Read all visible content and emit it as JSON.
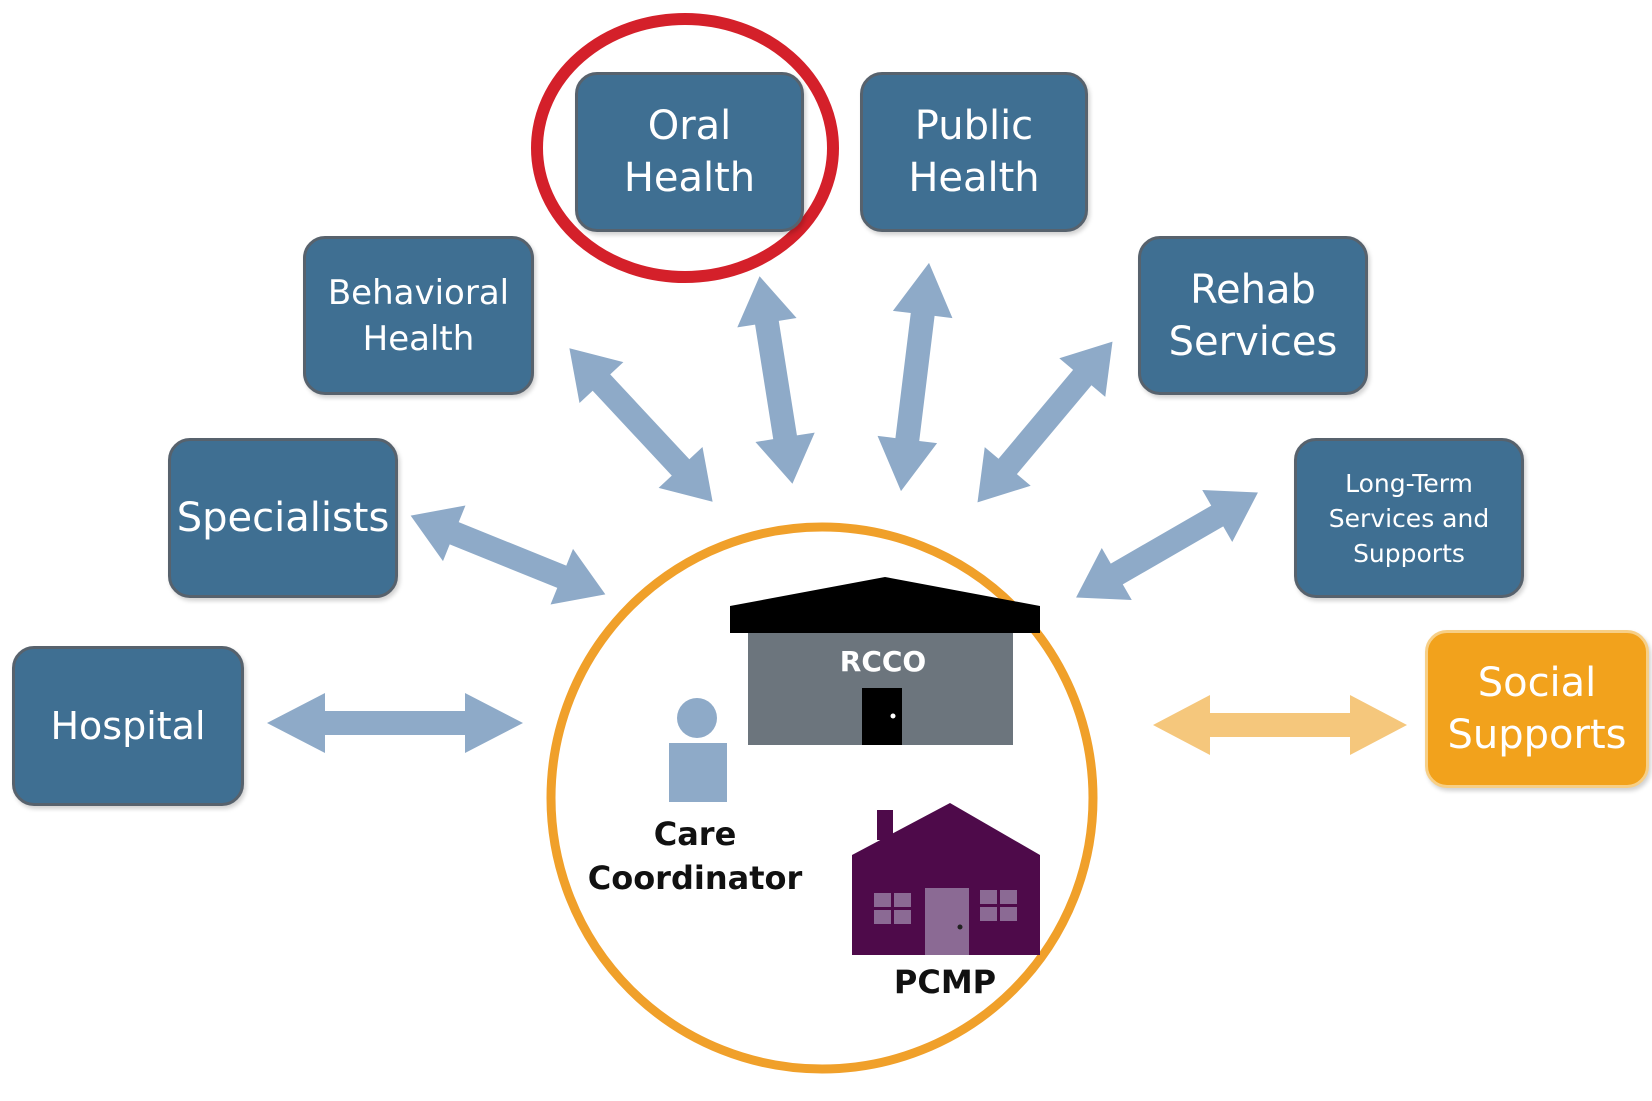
{
  "nodes": {
    "oral_health": "Oral\nHealth",
    "public_health": "Public\nHealth",
    "behavioral_health": "Behavioral\nHealth",
    "rehab_services": "Rehab\nServices",
    "specialists": "Specialists",
    "long_term": "Long-Term\nServices and\nSupports",
    "hospital": "Hospital",
    "social_supports": "Social\nSupports"
  },
  "center": {
    "rcco": "RCCO",
    "care_coordinator": "Care\nCoordinator",
    "pcmp": "PCMP"
  },
  "colors": {
    "box_fill": "#3f6f92",
    "box_border": "#57626d",
    "arrow_blue": "#8eaac8",
    "arrow_orange": "#f5c77c",
    "circle": "#f0a02a",
    "highlight_ring": "#d4202a",
    "rcco_building": "#6c757d",
    "pcmp_house": "#4e0a4a"
  }
}
